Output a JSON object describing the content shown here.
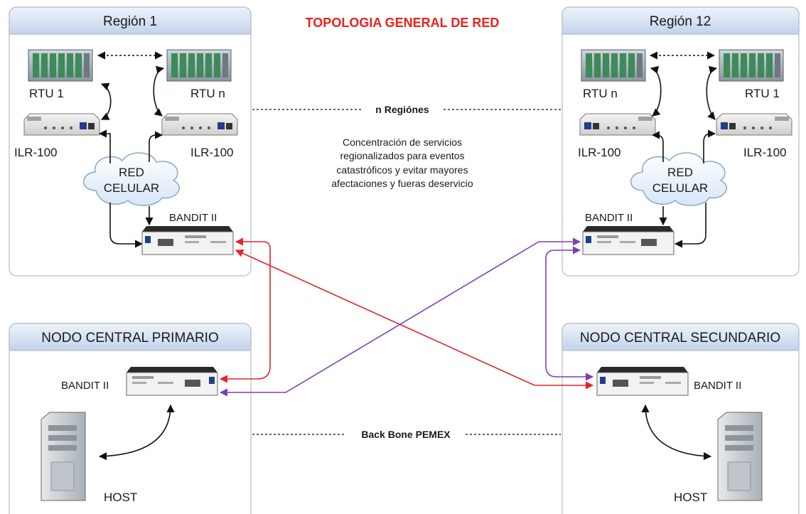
{
  "title": "TOPOLOGIA GENERAL DE RED",
  "regions": {
    "left": {
      "name": "Región 1",
      "rtu_top_left": "RTU 1",
      "rtu_top_right": "RTU n",
      "ilr_left": "ILR-100",
      "ilr_right": "ILR-100",
      "cloud_line1": "RED",
      "cloud_line2": "CELULAR",
      "bandit": "BANDIT II"
    },
    "right": {
      "name": "Región 12",
      "rtu_top_left": "RTU n",
      "rtu_top_right": "RTU 1",
      "ilr_left": "ILR-100",
      "ilr_right": "ILR-100",
      "cloud_line1": "RED",
      "cloud_line2": "CELULAR",
      "bandit": "BANDIT II"
    }
  },
  "middle": {
    "n_regiones": "n Regiónes",
    "description": [
      "Concentración de servicios",
      "regionalizados para eventos",
      "catastróficos y evitar mayores",
      "afectaciones y fueras deservicio"
    ],
    "backbone": "Back Bone PEMEX"
  },
  "nodes": {
    "primary": {
      "name": "NODO CENTRAL PRIMARIO",
      "bandit": "BANDIT II",
      "host": "HOST"
    },
    "secondary": {
      "name": "NODO CENTRAL SECUNDARIO",
      "bandit": "BANDIT II",
      "host": "HOST"
    }
  },
  "colors": {
    "panel_header_top": "#eef3fb",
    "panel_header_bottom": "#c3d3ec",
    "panel_border": "#b8bcc4",
    "link_red": "#e3242b",
    "link_purple": "#7b3fb0",
    "title": "#e8221b"
  }
}
